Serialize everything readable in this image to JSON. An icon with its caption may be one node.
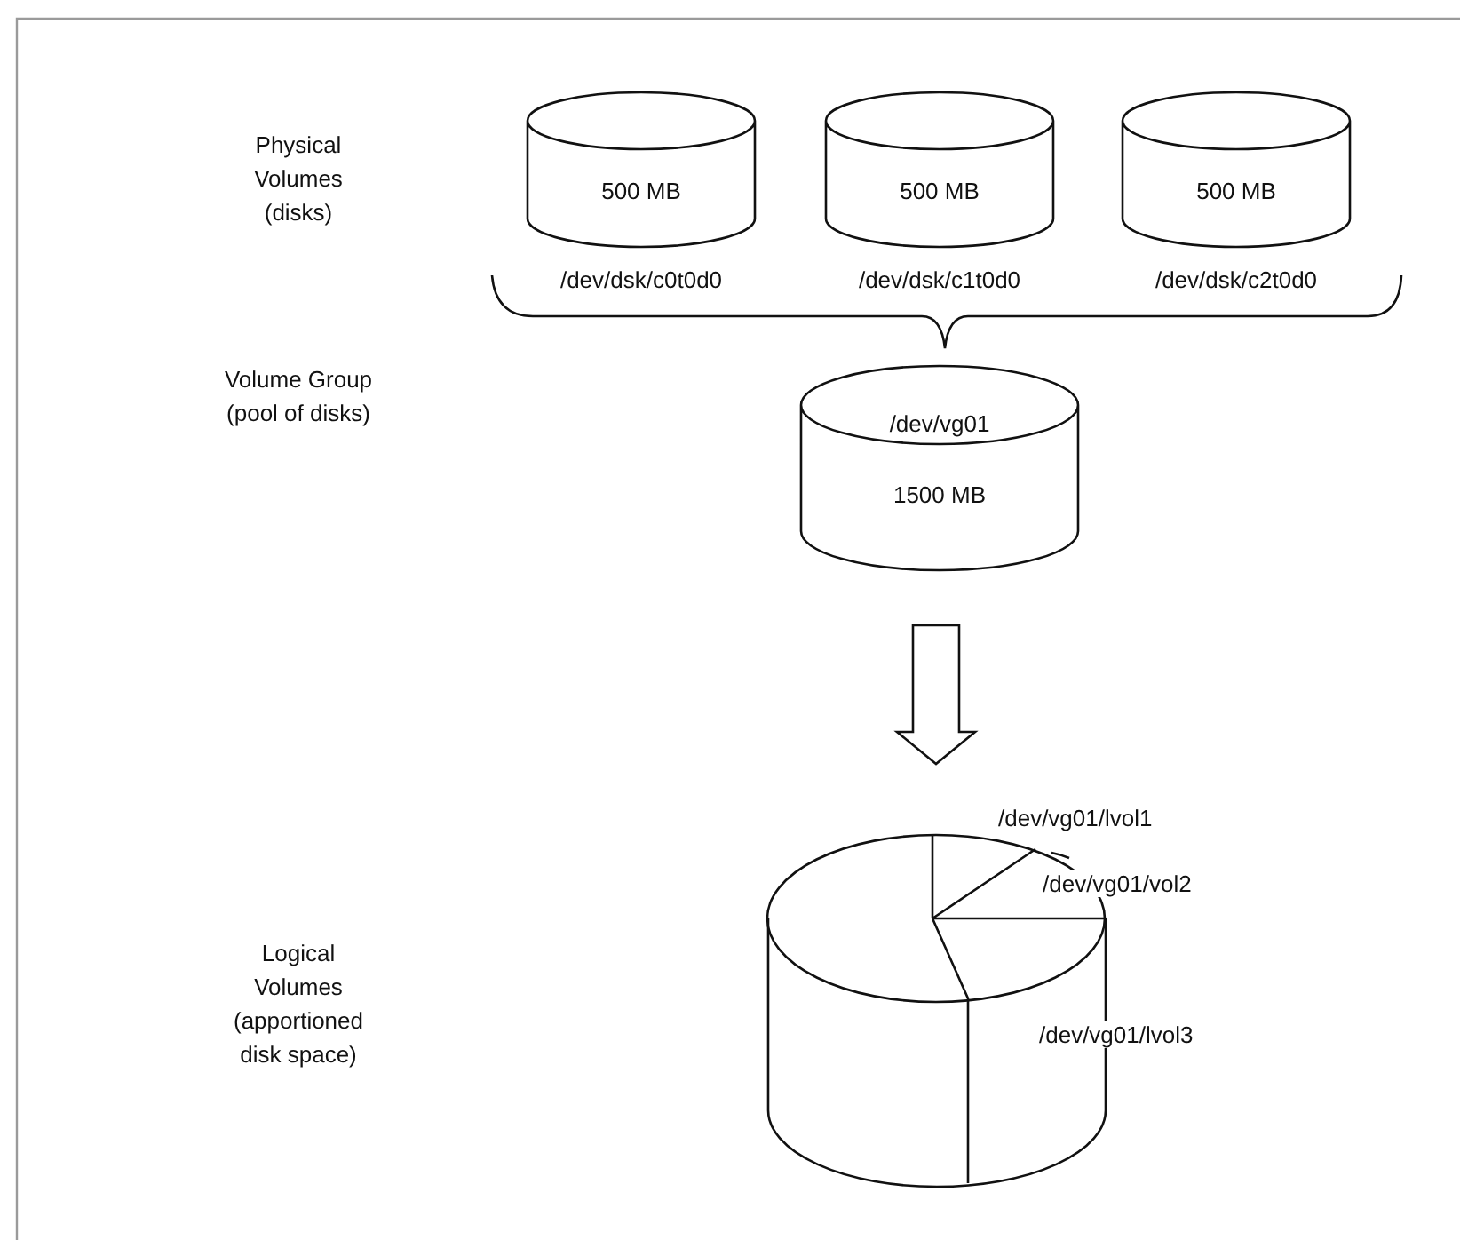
{
  "diagram": {
    "nodes": [
      {
        "text": [
          "500 MB"
        ],
        "beside": [
          "/dev/dsk/c0t0d0"
        ]
      },
      {
        "text": [
          "500 MB"
        ],
        "beside": [
          "/dev/dsk/c1t0d0"
        ]
      },
      {
        "text": [
          "500 MB"
        ],
        "beside": [
          "/dev/dsk/c2t0d0"
        ]
      },
      {
        "text": [
          "/dev/vg01",
          "1500 MB"
        ]
      },
      {
        "text": [
          "/dev/vg01/lvol1",
          "/dev/vg01/vol2",
          "/dev/vg01/lvol3"
        ]
      }
    ],
    "edges": [
      {
        "from": 3,
        "to": 4,
        "arrow": "to"
      }
    ],
    "labels": [
      "Physical Volumes (disks)",
      "Volume Group (pool of disks)",
      "Logical Volumes (apportioned disk space)"
    ]
  }
}
